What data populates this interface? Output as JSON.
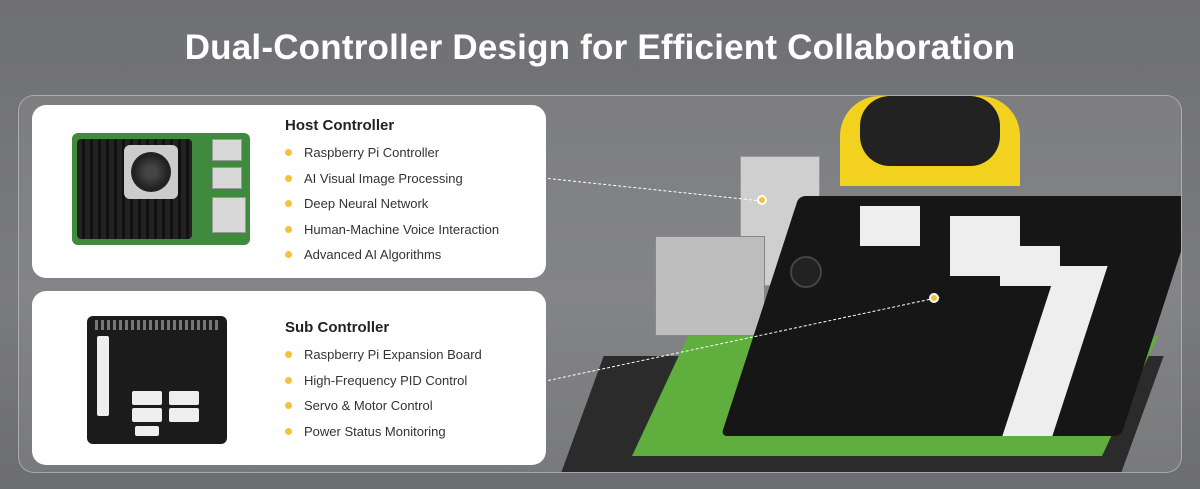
{
  "title": "Dual-Controller Design for Efficient Collaboration",
  "host": {
    "heading": "Host Controller",
    "items": [
      "Raspberry Pi Controller",
      "AI Visual Image Processing",
      "Deep Neural Network",
      "Human-Machine Voice Interaction",
      "Advanced AI Algorithms"
    ]
  },
  "sub": {
    "heading": "Sub Controller",
    "items": [
      "Raspberry Pi Expansion Board",
      "High-Frequency PID Control",
      "Servo & Motor Control",
      "Power Status Monitoring"
    ]
  },
  "colors": {
    "accent": "#f6c23e",
    "pcb_green": "#3f8a3c",
    "background": "#6f7073"
  }
}
